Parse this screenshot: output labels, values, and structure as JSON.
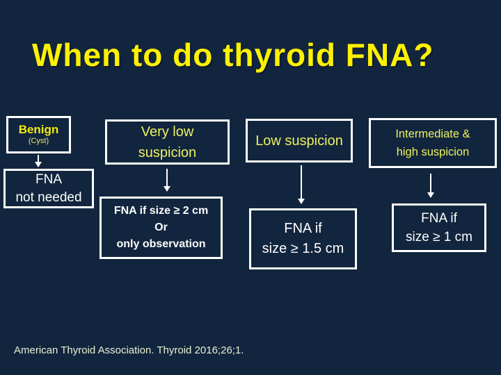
{
  "title": "When to do thyroid FNA?",
  "citation": "American Thyroid Association. Thyroid 2016;26;1.",
  "colors": {
    "background": "#12253E",
    "title_text": "#FFF200",
    "box_border": "#FFFFFF",
    "category_text_yellow": "#EDF25E",
    "benign_text_yellow": "#F3EA0F",
    "body_text_white": "#FFFFFF",
    "citation_text": "#E9F0D5"
  },
  "flowchart": {
    "columns": [
      {
        "name": "benign",
        "top": {
          "lines": [
            "Benign",
            "(Cyst)"
          ]
        },
        "bottom": {
          "lines": [
            "FNA",
            "not needed"
          ]
        }
      },
      {
        "name": "very-low-suspicion",
        "top": {
          "lines": [
            "Very low",
            "suspicion"
          ]
        },
        "bottom": {
          "lines": [
            "FNA if size ≥ 2 cm",
            "Or",
            "only observation"
          ]
        }
      },
      {
        "name": "low-suspicion",
        "top": {
          "lines": [
            "Low suspicion"
          ]
        },
        "bottom": {
          "lines": [
            "FNA if",
            "size ≥ 1.5 cm"
          ]
        }
      },
      {
        "name": "intermediate-high-suspicion",
        "top": {
          "lines": [
            "Intermediate &",
            "high suspicion"
          ]
        },
        "bottom": {
          "lines": [
            "FNA if",
            "size ≥ 1 cm"
          ]
        }
      }
    ]
  }
}
